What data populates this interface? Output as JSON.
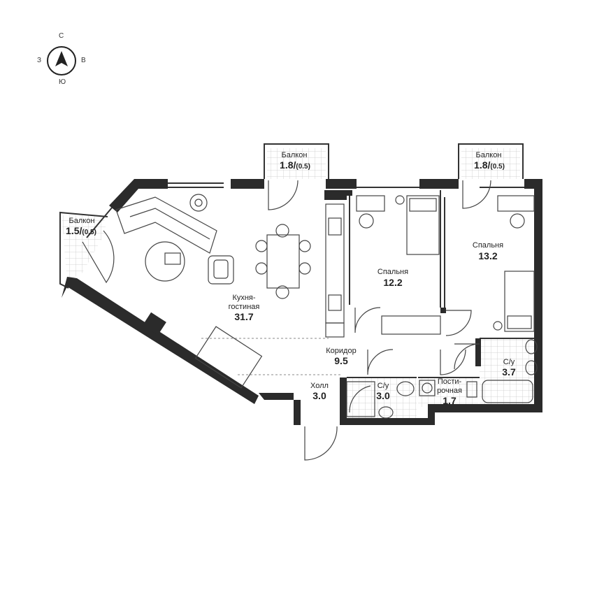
{
  "compass": {
    "north": "С",
    "south": "Ю",
    "west": "З",
    "east": "В"
  },
  "rooms": {
    "balcony_left": {
      "name": "Балкон",
      "area": "1.5",
      "sub": "(0.5)"
    },
    "balcony_mid": {
      "name": "Балкон",
      "area": "1.8",
      "sub": "(0.5)"
    },
    "balcony_right": {
      "name": "Балкон",
      "area": "1.8",
      "sub": "(0.5)"
    },
    "kitchen_living": {
      "name_line1": "Кухня-",
      "name_line2": "гостиная",
      "area": "31.7"
    },
    "bedroom1": {
      "name": "Спальня",
      "area": "12.2"
    },
    "bedroom2": {
      "name": "Спальня",
      "area": "13.2"
    },
    "corridor": {
      "name": "Коридор",
      "area": "9.5"
    },
    "hall": {
      "name": "Холл",
      "area": "3.0"
    },
    "bath1": {
      "name": "С/у",
      "area": "3.0"
    },
    "laundry": {
      "name_line1": "Пости-",
      "name_line2": "рочная",
      "area": "1.7"
    },
    "bath2": {
      "name": "С/у",
      "area": "3.7"
    }
  }
}
